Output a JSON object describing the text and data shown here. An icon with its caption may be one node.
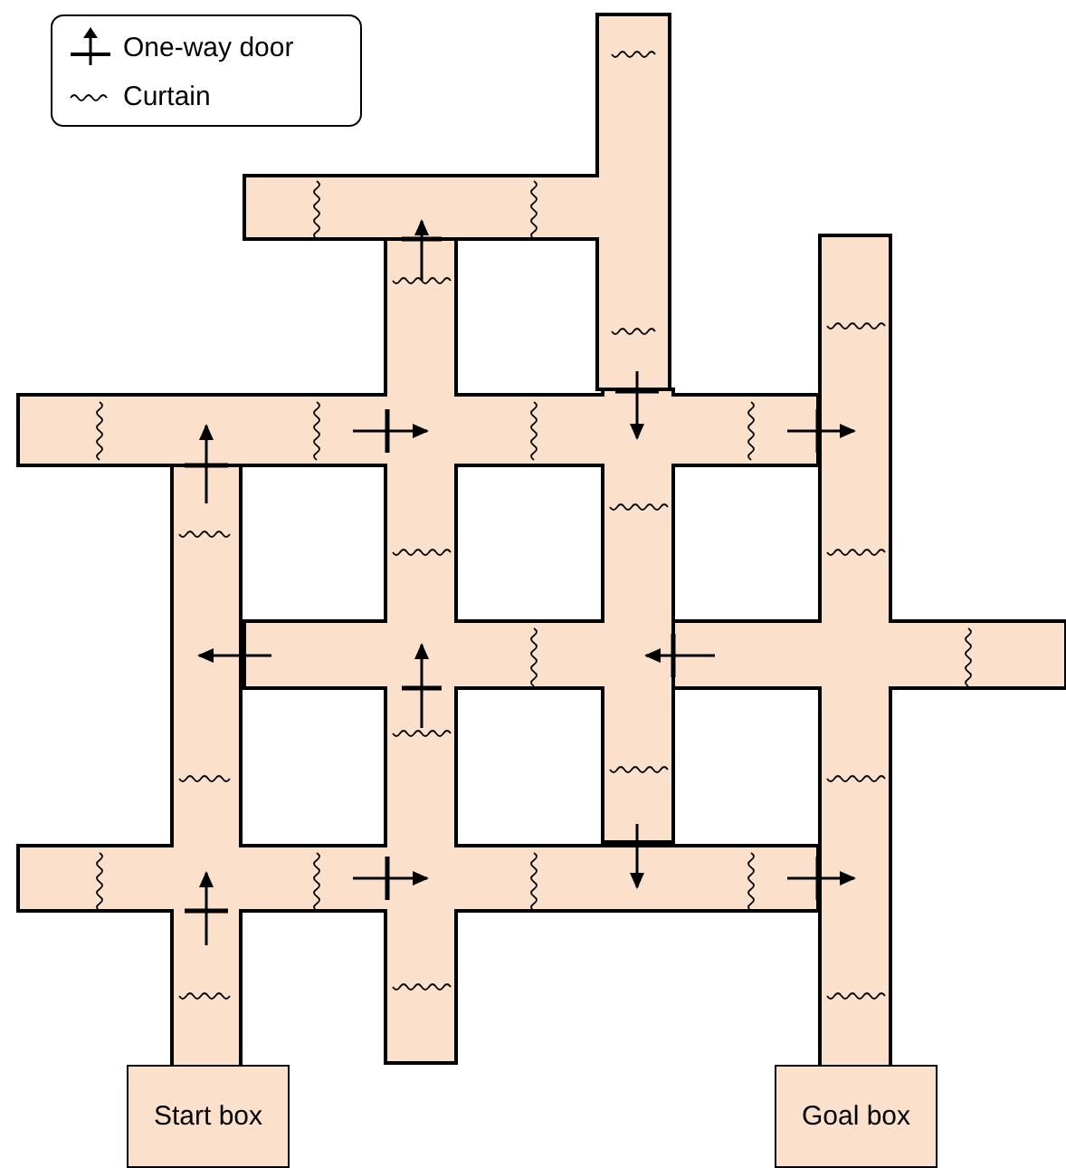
{
  "diagram": {
    "nodes": [
      {
        "text": [
          "Start box"
        ]
      },
      {
        "text": [
          "Goal box"
        ]
      }
    ],
    "legend": [
      {
        "text": "One-way door"
      },
      {
        "text": "Curtain"
      }
    ]
  }
}
